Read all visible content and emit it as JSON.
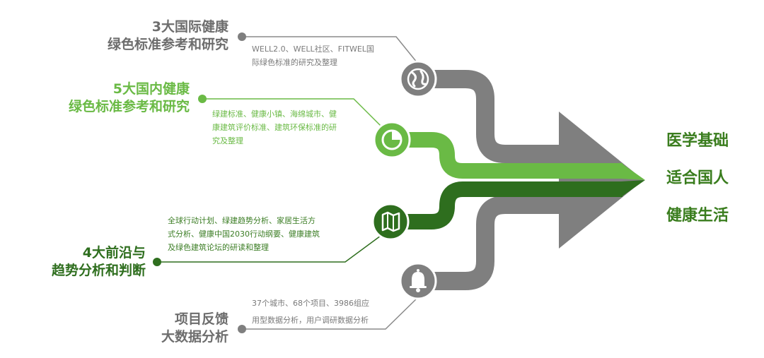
{
  "branches": [
    {
      "id": "intl",
      "title_lines": [
        "3大国际健康",
        "绿色标准参考和研究"
      ],
      "desc_lines": [
        "WELL2.0、WELL社区、FITWEL国",
        "际绿色标准的研究及整理"
      ],
      "icon": "globe-icon",
      "color": "#7f7f7f"
    },
    {
      "id": "domestic",
      "title_lines": [
        "5大国内健康",
        "绿色标准参考和研究"
      ],
      "desc_lines": [
        "绿建标准、健康小镇、海绵城市、健",
        "康建筑评价标准、建筑环保标准的研",
        "究及整理"
      ],
      "icon": "pie-chart-icon",
      "color": "#6aba45"
    },
    {
      "id": "frontier",
      "title_lines": [
        "4大前沿与",
        "趋势分析和判断"
      ],
      "desc_lines": [
        "全球行动计划、绿建趋势分析、家居生活方",
        "式分析、健康中国2030行动纲要、健康建筑",
        "及绿色建筑论坛的研读和整理"
      ],
      "icon": "map-icon",
      "color": "#2e6e1e"
    },
    {
      "id": "feedback",
      "title_lines": [
        "项目反馈",
        "大数据分析"
      ],
      "desc_lines": [
        "37个城市、68个项目、3986组应",
        "用型数据分析，用户调研数据分析"
      ],
      "icon": "bell-icon",
      "color": "#7f7f7f"
    }
  ],
  "outcome_lines": [
    "医学基础",
    "适合国人",
    "健康生活"
  ],
  "colors": {
    "gray": "#7f7f7f",
    "light_green": "#6aba45",
    "dark_green": "#2e6e1e",
    "outcome_text": "#3a7d1e"
  }
}
